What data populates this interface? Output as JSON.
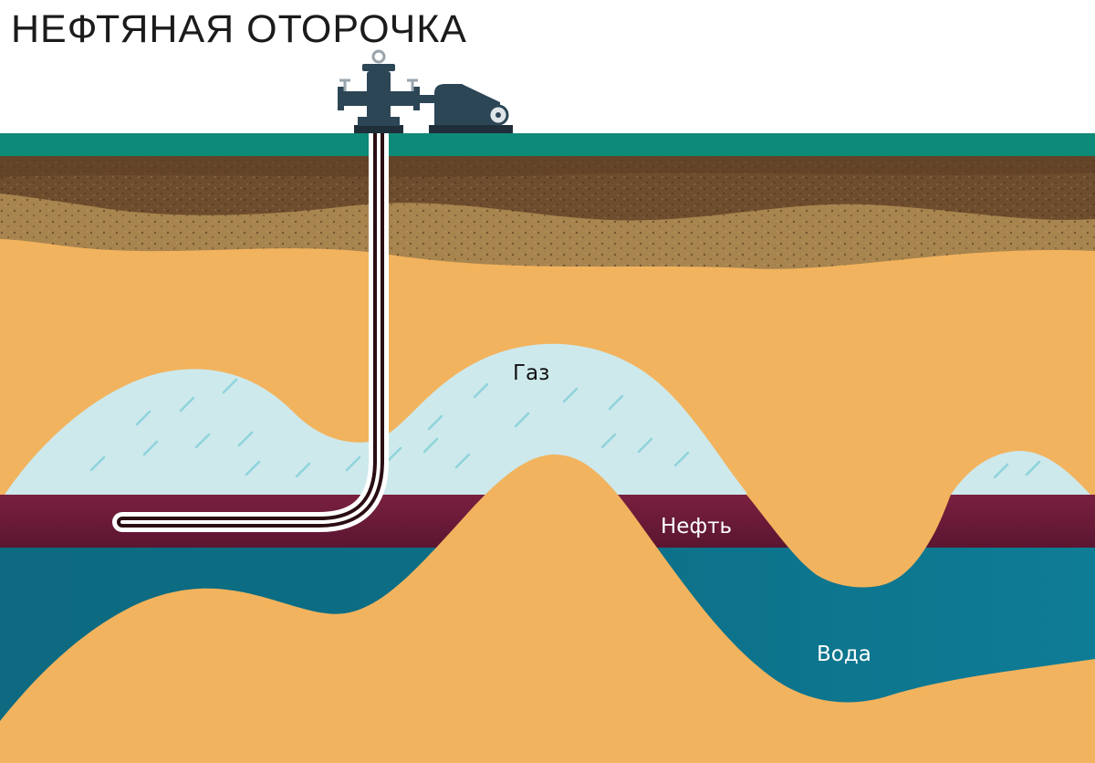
{
  "title": "НЕФТЯНАЯ ОТОРОЧКА",
  "labels": {
    "gas": "Газ",
    "oil": "Нефть",
    "water": "Вода"
  },
  "colors": {
    "surface": "#0e8a78",
    "soil_dark": "#6b4a2c",
    "soil_light": "#a07e4c",
    "rock": "#f2b35e",
    "gas": "#cde9ec",
    "oil": "#6e1c3a",
    "water": "#0e6f86",
    "pipe_dark": "#2b0d14",
    "equipment": "#2c4656"
  }
}
